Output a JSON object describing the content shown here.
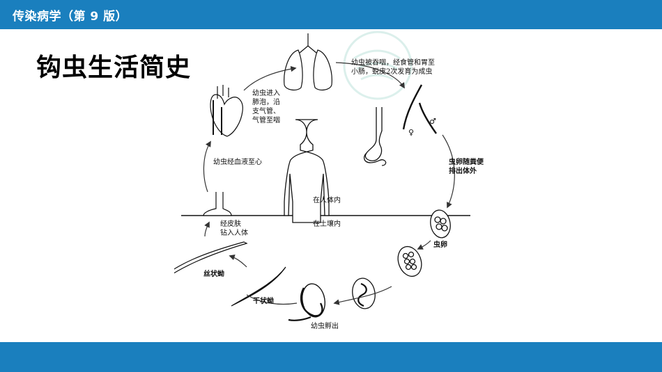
{
  "header": {
    "title": "传染病学（第 9 版）"
  },
  "page": {
    "title": "钩虫生活简史"
  },
  "colors": {
    "bar": "#1a7fbe",
    "watermark": "#bfe3dc"
  },
  "labels": {
    "swallow_line1": "幼虫被吞咽，经食管和胃至",
    "swallow_line2": "小肠，蜕皮2次发育为成虫",
    "lung_line1": "幼虫进入",
    "lung_line2": "肺泡，沿",
    "lung_line3": "支气管、",
    "lung_line4": "气管至咽",
    "blood": "幼虫经血液至心",
    "excrete_line1": "虫卵随粪便",
    "excrete_line2": "排出体外",
    "in_body": "在人体内",
    "in_soil": "在土壤内",
    "egg": "虫卵",
    "skin_line1": "经皮肤",
    "skin_line2": "钻入人体",
    "filariform": "丝状蚴",
    "rhabditiform": "干状蚴",
    "hatch": "幼虫孵出"
  },
  "symbols": {
    "female": "♀",
    "male": "♂"
  }
}
